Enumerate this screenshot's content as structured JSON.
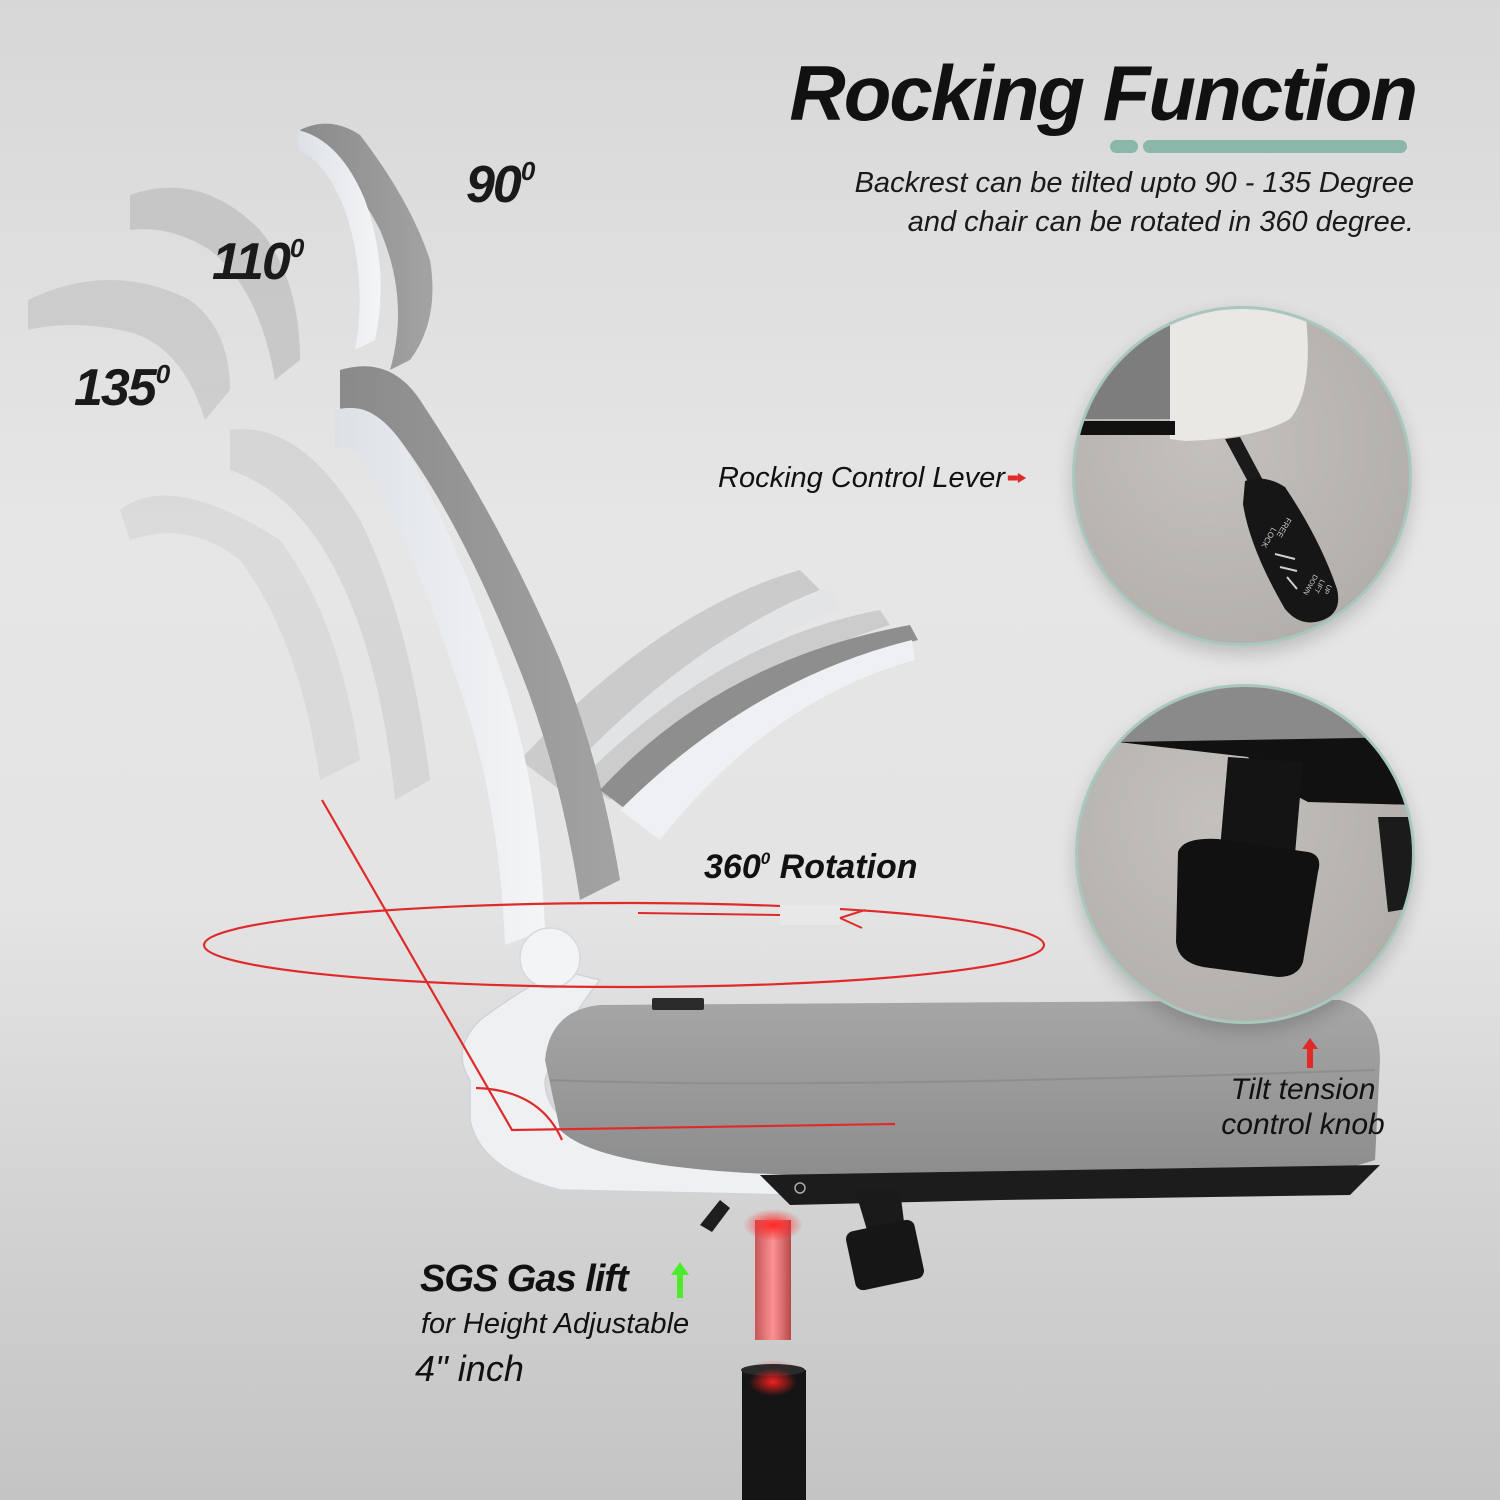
{
  "header": {
    "title": "Rocking Function",
    "subtitle_line1": "Backrest can be tilted upto 90 - 135 Degree",
    "subtitle_line2": "and chair can be rotated in 360 degree.",
    "accent_color": "#8bb6aa"
  },
  "angles": [
    {
      "value": "90",
      "unit": "0"
    },
    {
      "value": "110",
      "unit": "0"
    },
    {
      "value": "135",
      "unit": "0"
    }
  ],
  "callouts": {
    "rocking_lever": "Rocking Control Lever",
    "rotation_value": "360",
    "rotation_unit": "0",
    "rotation_text": " Rotation",
    "tilt_line1": "Tilt tension",
    "tilt_line2": "control knob",
    "gas_title": "SGS Gas lift",
    "gas_subtitle": "for Height Adjustable",
    "gas_size": "4\" inch"
  },
  "lever_markings": {
    "free": "FREE",
    "lock": "LOCK",
    "up": "UP",
    "lift": "LIFT",
    "down": "DOWN"
  },
  "icons": {
    "lever_arrow": "arrow-right-icon",
    "knob_arrow": "arrow-up-icon",
    "gas_arrow": "arrow-up-icon",
    "rotation": "rotation-ellipse-icon"
  },
  "colors": {
    "annotation_red": "#e02a2a",
    "gas_arrow_green": "#4cec2c",
    "circle_border": "#a7c7bf",
    "text": "#111111"
  }
}
